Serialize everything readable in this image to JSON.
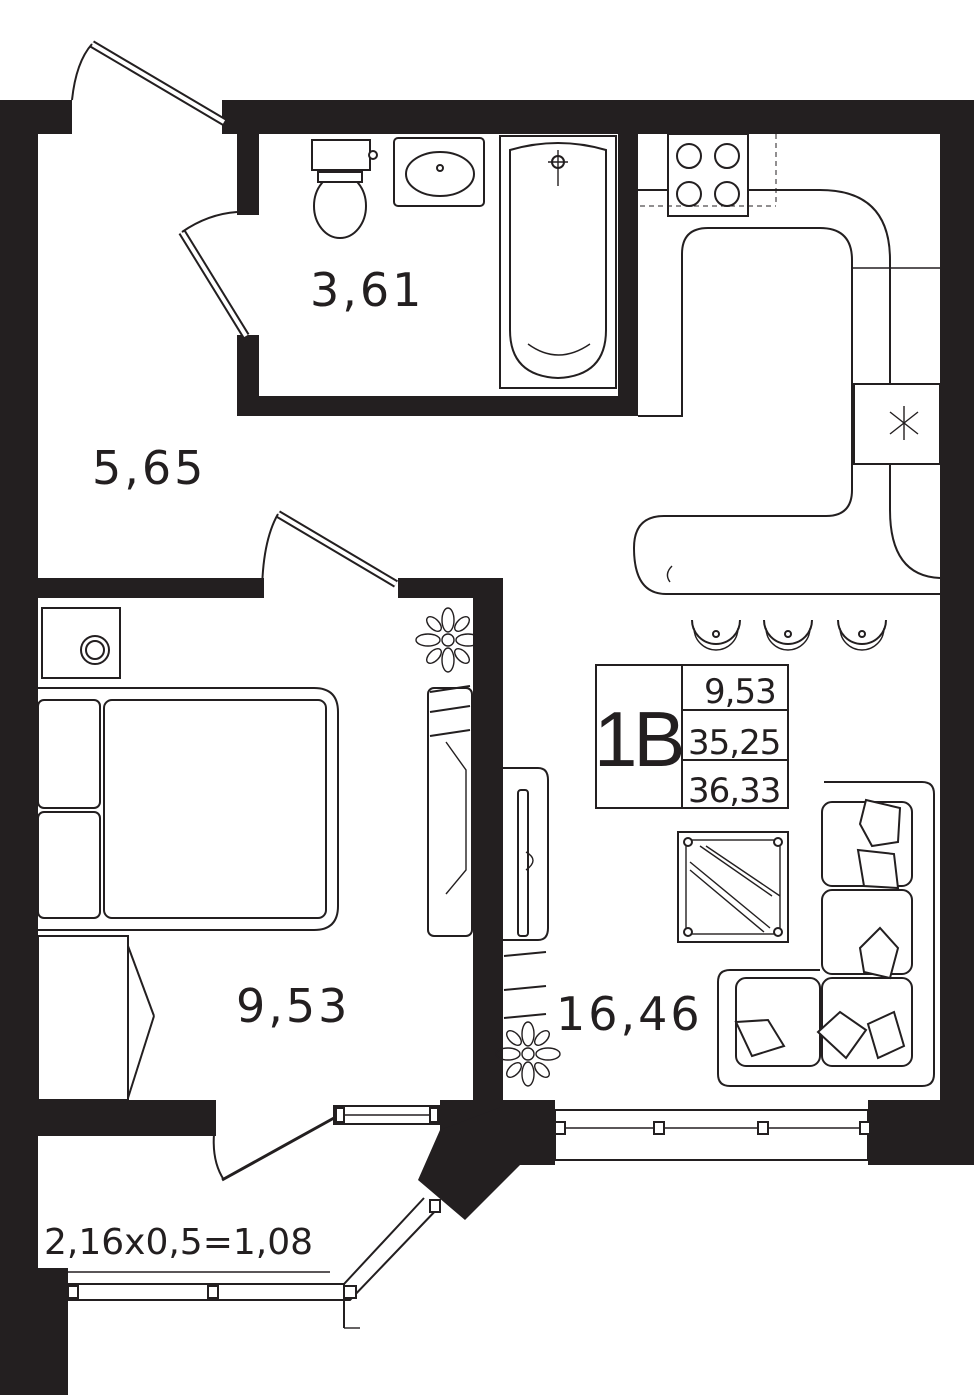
{
  "apartment": {
    "type_code": "1B",
    "living_area": "9,53",
    "total_area": "35,25",
    "total_area_with_balcony": "36,33"
  },
  "rooms": {
    "bathroom": "3,61",
    "hallway": "5,65",
    "bedroom": "9,53",
    "living_kitchen": "16,46",
    "balcony": "2,16x0,5=1,08"
  }
}
